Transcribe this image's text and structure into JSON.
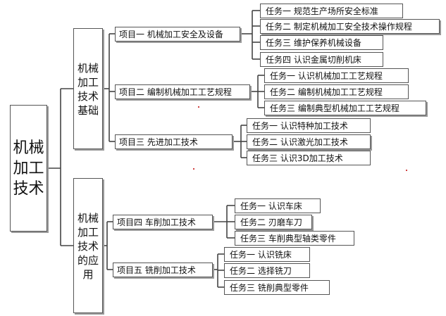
{
  "root": {
    "label": "机械加工技术"
  },
  "parts": [
    {
      "label": "机械加工技术基础",
      "projects": [
        {
          "label": "项目一  机械加工安全及设备",
          "tasks": [
            "任务一   规范生产场所安全标准",
            "任务二   制定机械加工安全技术操作规程",
            "任务三   维护保养机械设备",
            "任务四   认识金属切削机床"
          ]
        },
        {
          "label": "项目二 编制机械加工工艺规程",
          "tasks": [
            "任务一   认识机械加工工艺规程",
            "任务二   编制机械加工工艺规程",
            "任务三   编制典型机械加工工艺规程"
          ]
        },
        {
          "label": "项目三 先进加工技术",
          "tasks": [
            "任务一   认识特种加工技术",
            "任务二   认识激光加工技术",
            "任务三     认识3D加工技术"
          ]
        }
      ]
    },
    {
      "label": "机械加工技术的应用",
      "projects": [
        {
          "label": "项目四  车削加工技术",
          "tasks": [
            "任务一   认识车床",
            "任务二     刃磨车刀",
            "任务三   车削典型轴类零件"
          ]
        },
        {
          "label": "项目五 铣削加工技术",
          "tasks": [
            "任务一   认识铣床",
            "任务二   选择铣刀",
            "任务三   铣削典型零件"
          ]
        }
      ]
    }
  ]
}
